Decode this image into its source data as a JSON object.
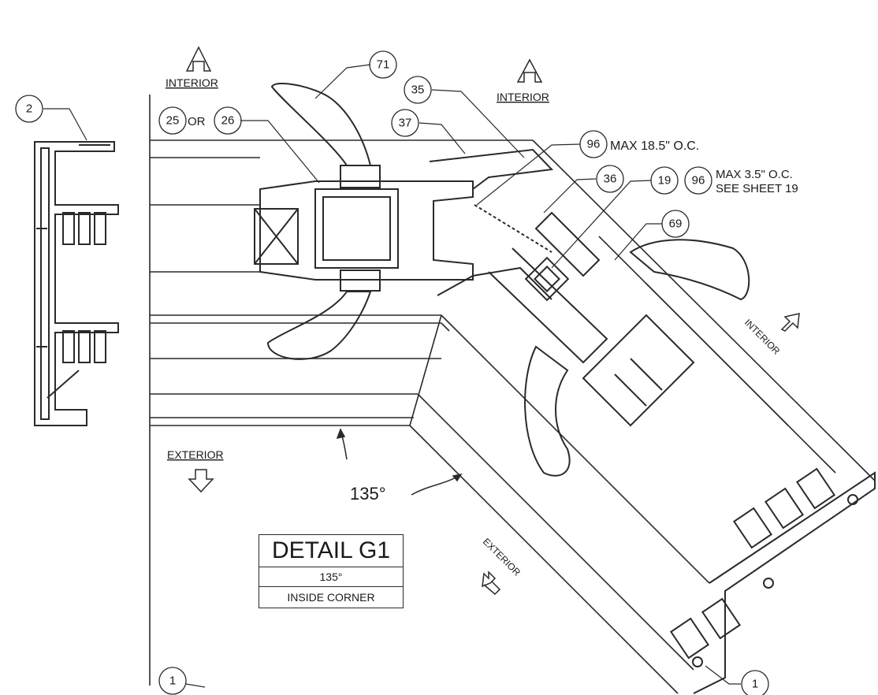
{
  "labels": {
    "interior_left": "INTERIOR",
    "interior_top": "INTERIOR",
    "interior_right": "INTERIOR",
    "exterior_left": "EXTERIOR",
    "exterior_bottom": "EXTERIOR",
    "or_word": "OR",
    "max_185": "MAX 18.5\" O.C.",
    "max_35_line1": "MAX 3.5\" O.C.",
    "max_35_line2": "SEE SHEET 19",
    "angle": "135°"
  },
  "callouts": [
    "2",
    "71",
    "35",
    "37",
    "25",
    "26",
    "96",
    "36",
    "19",
    "96",
    "69",
    "1",
    "1"
  ],
  "title_box": {
    "title": "DETAIL G1",
    "angle": "135°",
    "caption": "INSIDE CORNER"
  },
  "colors": {
    "line": "#2a2a2a",
    "background": "#ffffff"
  }
}
